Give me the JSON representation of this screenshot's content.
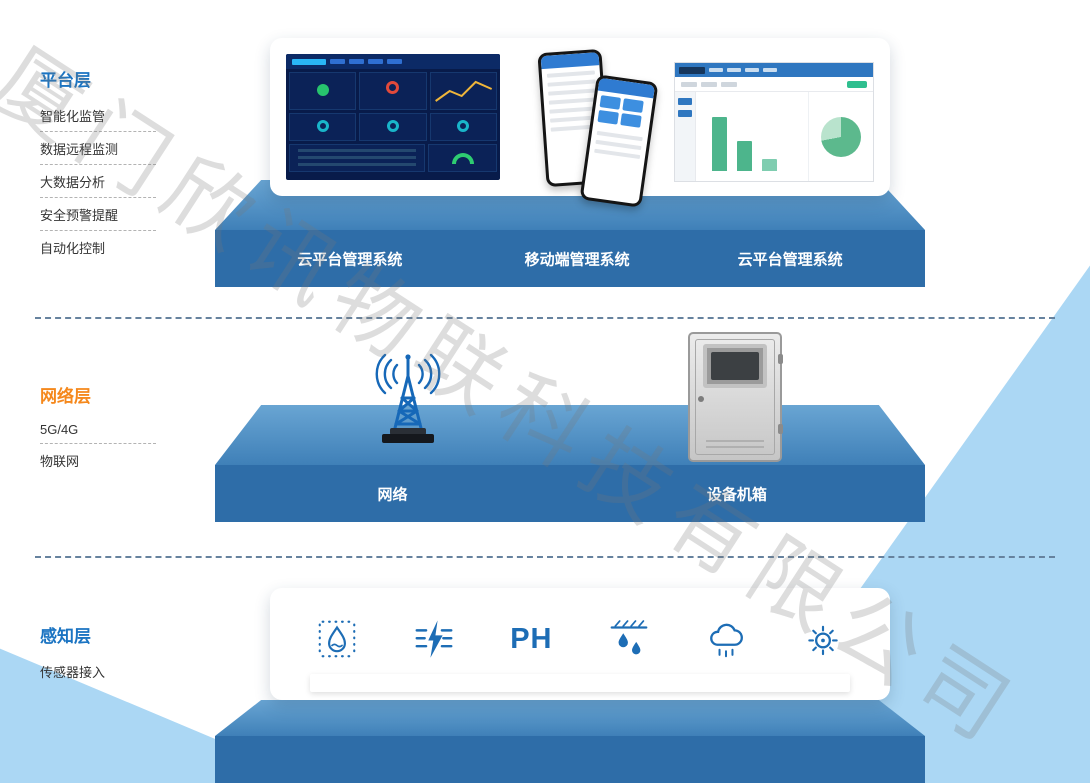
{
  "watermark": "厦门欣讯物联科技有限公司",
  "platform_layer": {
    "title": "平台层",
    "items": [
      "智能化监管",
      "数据远程监测",
      "大数据分析",
      "安全预警提醒",
      "自动化控制"
    ],
    "shelf_labels": [
      "云平台管理系统",
      "移动端管理系统",
      "云平台管理系统"
    ]
  },
  "network_layer": {
    "title": "网络层",
    "items": [
      "5G/4G",
      "物联网"
    ],
    "shelf_labels": [
      "网络",
      "设备机箱"
    ]
  },
  "perception_layer": {
    "title": "感知层",
    "items": [
      "传感器接入"
    ],
    "ph_label": "PH",
    "sensor_icons": [
      "liquid-level-sensor",
      "electricity-sensor",
      "ph-sensor",
      "rain-gauge-sensor",
      "weather-sensor",
      "light-temperature-sensor"
    ]
  },
  "colors": {
    "shelf_front": "#2e6da8",
    "shelf_top": "#4a8cc4",
    "background_light_blue": "#abd7f4",
    "layer_title_blue": "#1b74c2",
    "layer_title_orange": "#f5881c",
    "sensor_icon_blue": "#1d6db5"
  }
}
